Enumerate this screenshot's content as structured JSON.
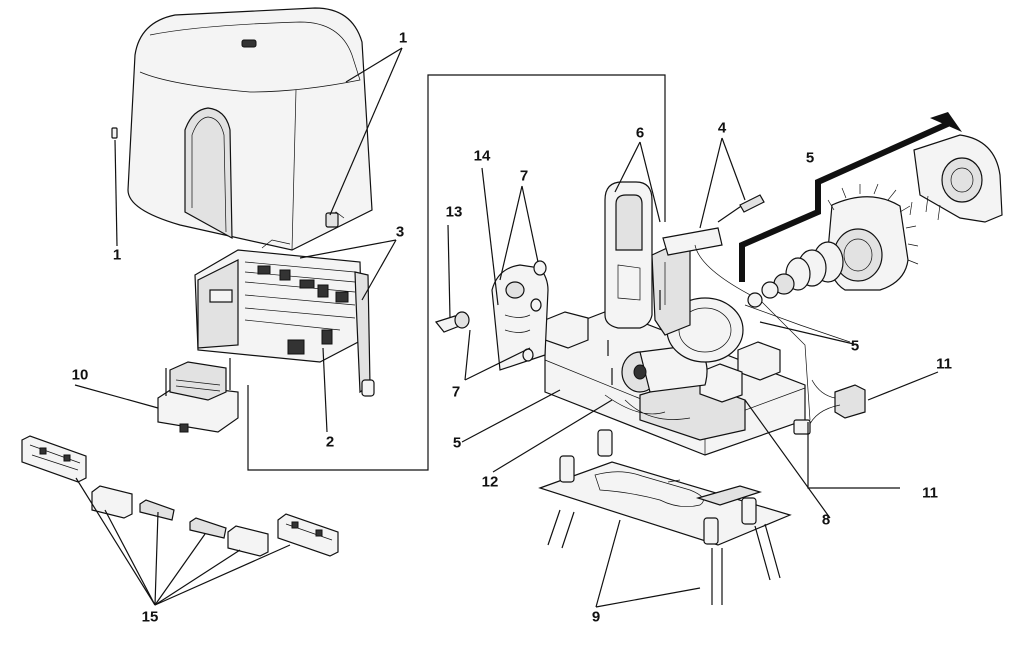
{
  "callouts": [
    {
      "id": "c1a",
      "text": "1"
    },
    {
      "id": "c1b",
      "text": "1"
    },
    {
      "id": "c2",
      "text": "2"
    },
    {
      "id": "c3",
      "text": "3"
    },
    {
      "id": "c4",
      "text": "4"
    },
    {
      "id": "c5a",
      "text": "5"
    },
    {
      "id": "c5b",
      "text": "5"
    },
    {
      "id": "c5c",
      "text": "5"
    },
    {
      "id": "c6",
      "text": "6"
    },
    {
      "id": "c7a",
      "text": "7"
    },
    {
      "id": "c7b",
      "text": "7"
    },
    {
      "id": "c8",
      "text": "8"
    },
    {
      "id": "c9",
      "text": "9"
    },
    {
      "id": "c10",
      "text": "10"
    },
    {
      "id": "c11a",
      "text": "11"
    },
    {
      "id": "c11b",
      "text": "11"
    },
    {
      "id": "c12",
      "text": "12"
    },
    {
      "id": "c13",
      "text": "13"
    },
    {
      "id": "c14",
      "text": "14"
    },
    {
      "id": "c15",
      "text": "15"
    }
  ]
}
